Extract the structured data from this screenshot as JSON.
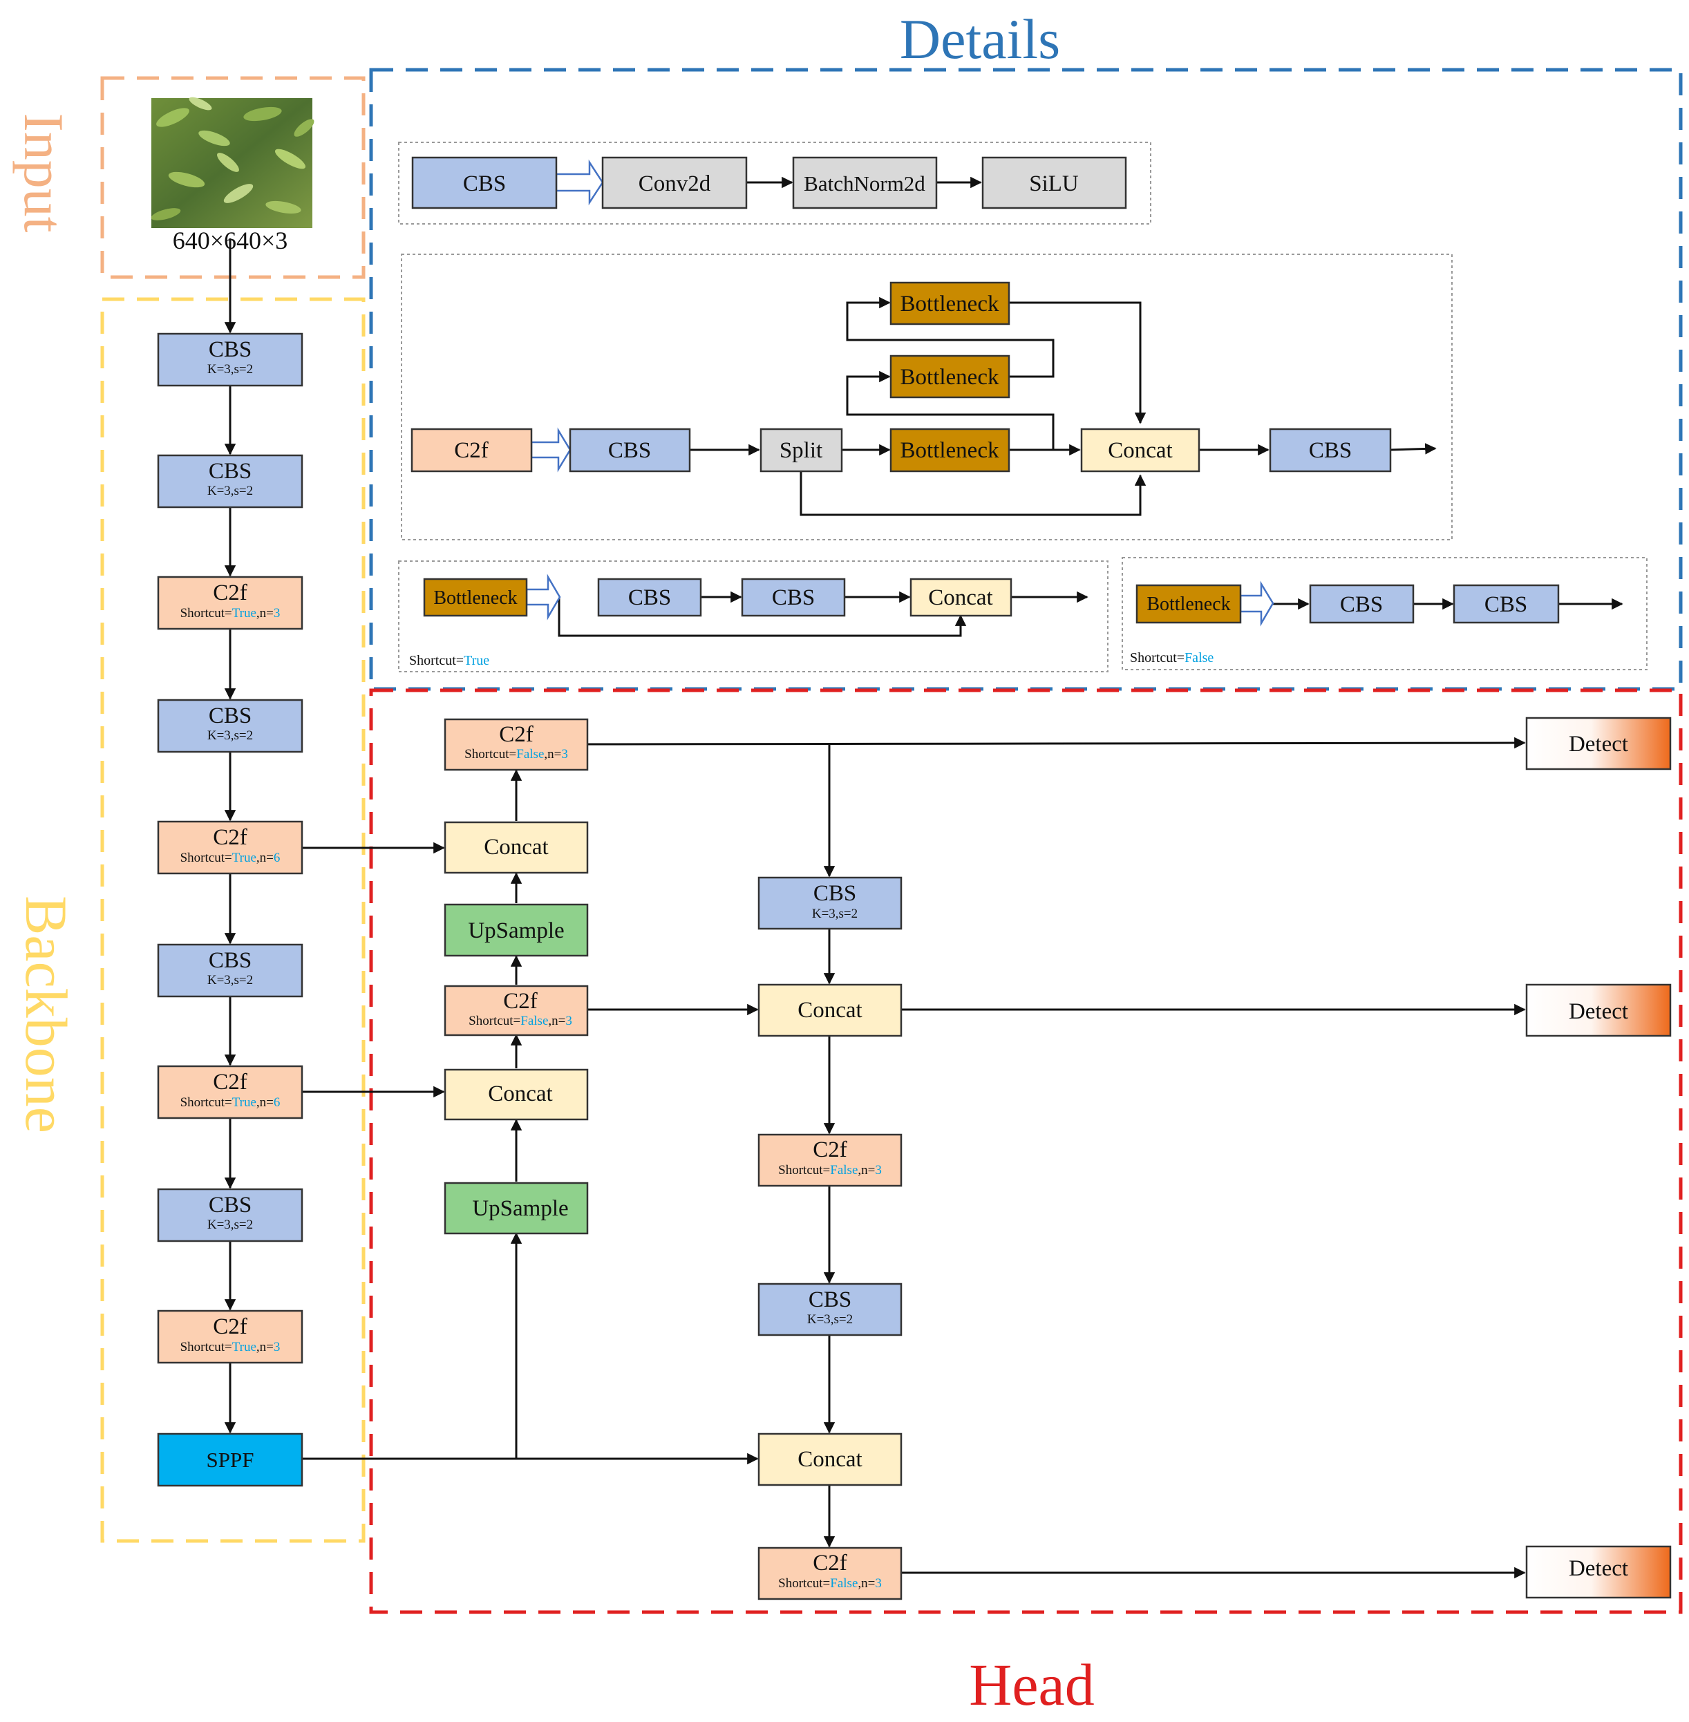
{
  "sections": {
    "input": "Input",
    "backbone": "Backbone",
    "details": "Details",
    "head": "Head"
  },
  "section_colors": {
    "input": "#f4b183",
    "backbone": "#ffd966",
    "details": "#2e75b6",
    "head": "#e02020"
  },
  "input_size": "640×640×3",
  "highlight_color": "#00a0e0",
  "box_colors": {
    "cbs": "#aec3e8",
    "c2f": "#fcd0b2",
    "concat": "#fff0c8",
    "upsample": "#8fd18c",
    "sppf": "#00b0f0",
    "bottleneck": "#c98a00",
    "gray": "#d9d9d9",
    "detect": "#ee6a1c"
  },
  "details": {
    "cbs_row": [
      "CBS",
      "Conv2d",
      "BatchNorm2d",
      "SiLU"
    ],
    "c2f_row": {
      "c2f": "C2f",
      "cbs_in": "CBS",
      "split": "Split",
      "bottleneck": "Bottleneck",
      "concat": "Concat",
      "cbs_out": "CBS"
    },
    "bn_true": {
      "bottleneck": "Bottleneck",
      "cbs1": "CBS",
      "cbs2": "CBS",
      "concat": "Concat",
      "note_key": "Shortcut=",
      "note_val": "True"
    },
    "bn_false": {
      "bottleneck": "Bottleneck",
      "cbs1": "CBS",
      "cbs2": "CBS",
      "note_key": "Shortcut=",
      "note_val": "False"
    }
  },
  "backbone": [
    {
      "label": "CBS",
      "sub": [
        "K=3,s=2"
      ]
    },
    {
      "label": "CBS",
      "sub": [
        "K=3,s=2"
      ]
    },
    {
      "label": "C2f",
      "sub": [
        "Shortcut=",
        "True",
        ",n=",
        "3"
      ]
    },
    {
      "label": "CBS",
      "sub": [
        "K=3,s=2"
      ]
    },
    {
      "label": "C2f",
      "sub": [
        "Shortcut=",
        "True",
        ",n=",
        "6"
      ]
    },
    {
      "label": "CBS",
      "sub": [
        "K=3,s=2"
      ]
    },
    {
      "label": "C2f",
      "sub": [
        "Shortcut=",
        "True",
        ",n=",
        "6"
      ]
    },
    {
      "label": "CBS",
      "sub": [
        "K=3,s=2"
      ]
    },
    {
      "label": "C2f",
      "sub": [
        "Shortcut=",
        "True",
        ",n=",
        "3"
      ]
    },
    {
      "label": "SPPF",
      "sub": []
    }
  ],
  "head_left": [
    {
      "label": "C2f",
      "sub": [
        "Shortcut=",
        "False",
        ",n=",
        "3"
      ]
    },
    {
      "label": "Concat",
      "sub": []
    },
    {
      "label": "UpSample",
      "sub": []
    },
    {
      "label": "C2f",
      "sub": [
        "Shortcut=",
        "False",
        ",n=",
        "3"
      ]
    },
    {
      "label": "Concat",
      "sub": []
    },
    {
      "label": "UpSample",
      "sub": []
    }
  ],
  "head_mid": [
    {
      "label": "CBS",
      "sub": [
        "K=3,s=2"
      ]
    },
    {
      "label": "Concat",
      "sub": []
    },
    {
      "label": "C2f",
      "sub": [
        "Shortcut=",
        "False",
        ",n=",
        "3"
      ]
    },
    {
      "label": "CBS",
      "sub": [
        "K=3,s=2"
      ]
    },
    {
      "label": "Concat",
      "sub": []
    },
    {
      "label": "C2f",
      "sub": [
        "Shortcut=",
        "False",
        ",n=",
        "3"
      ]
    }
  ],
  "detect": [
    "Detect",
    "Detect",
    "Detect"
  ]
}
